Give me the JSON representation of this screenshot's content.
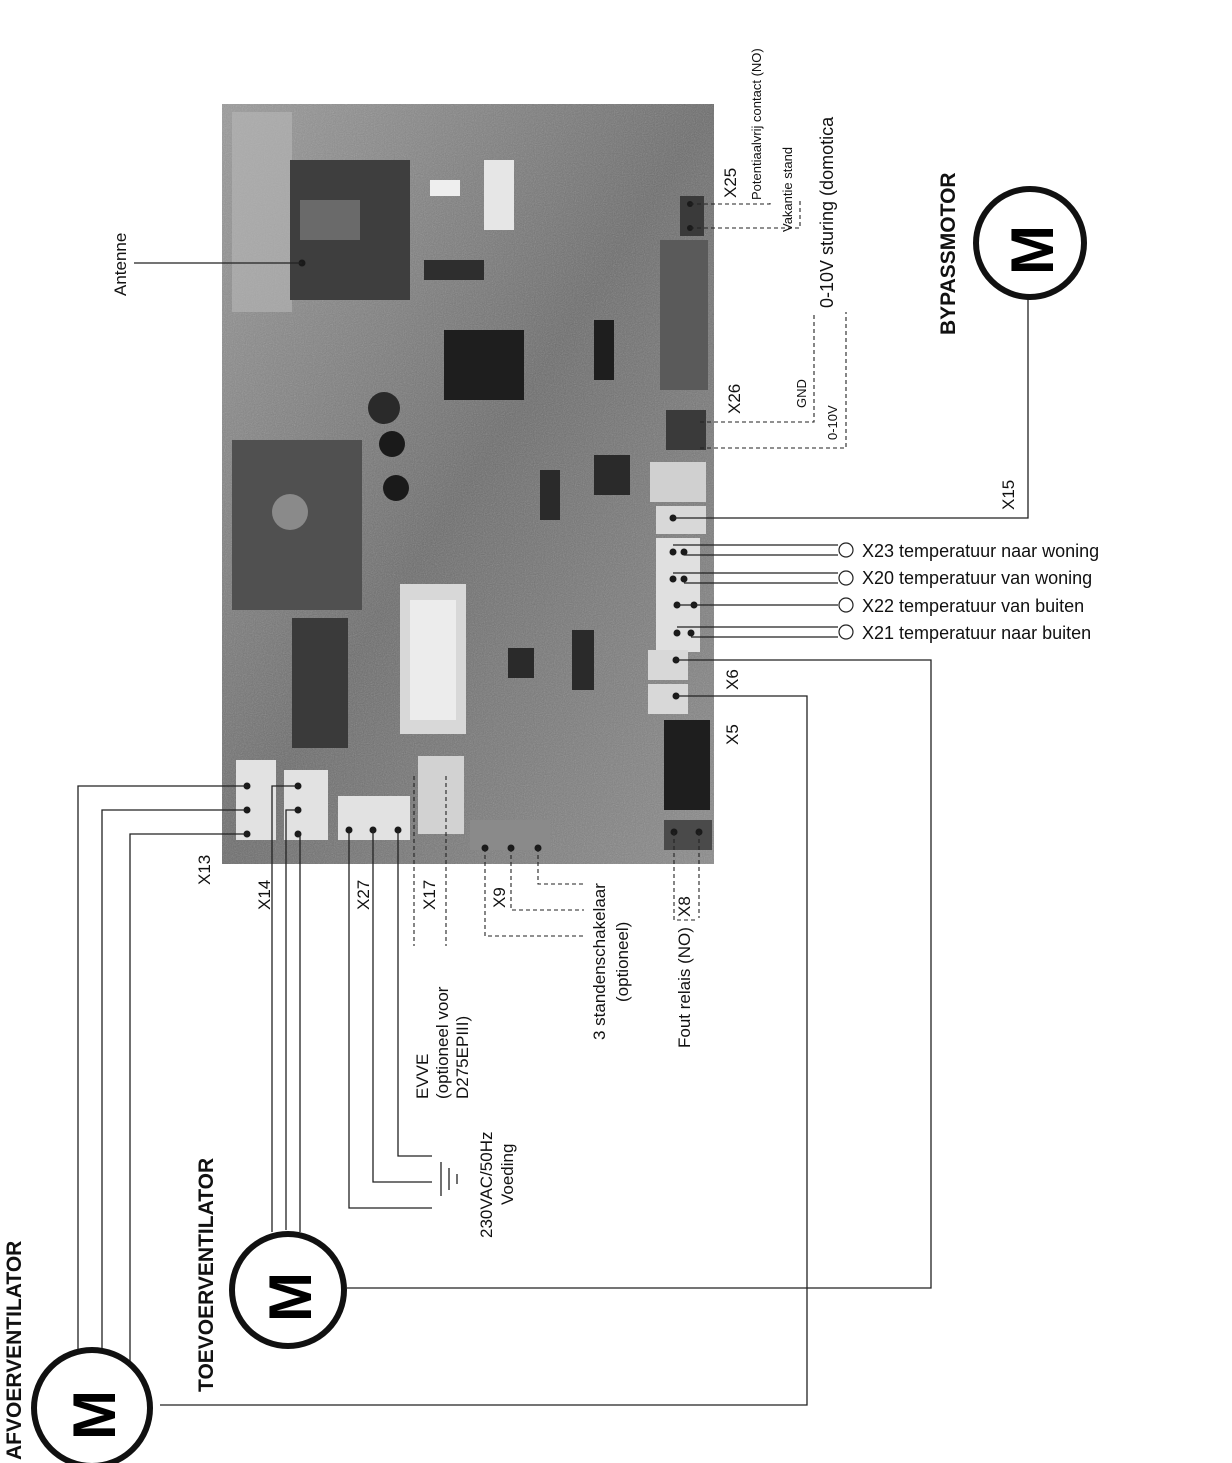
{
  "motors": {
    "afvoer": {
      "label": "AFVOERVENTILATOR",
      "symbol": "M"
    },
    "toevoer": {
      "label": "TOEVOERVENTILATOR",
      "symbol": "M"
    },
    "bypass": {
      "label": "BYPASSMOTOR",
      "symbol": "M"
    }
  },
  "connectors": {
    "x25": "X25",
    "x26": "X26",
    "x15": "X15",
    "x6": "X6",
    "x5": "X5",
    "x13": "X13",
    "x14": "X14",
    "x27": "X27",
    "x17": "X17",
    "x9": "X9",
    "x8": "X8"
  },
  "sensors": [
    {
      "code": "X23",
      "text": "temperatuur naar woning"
    },
    {
      "code": "X20",
      "text": "temperatuur van woning"
    },
    {
      "code": "X22",
      "text": "temperatuur van buiten"
    },
    {
      "code": "X21",
      "text": "temperatuur naar buiten"
    }
  ],
  "annotations": {
    "antenne": "Antenne",
    "potentiaalvrij": "Potentiaalvrij contact (NO)",
    "vakantie": "Vakantie stand",
    "sturing": "0-10V sturing (domotica",
    "gnd": "GND",
    "v010": "0-10V",
    "evve_1": "EVVE",
    "evve_2": "(optioneel voor",
    "evve_3": "D275EPIII)",
    "voeding_1": "230VAC/50Hz",
    "voeding_2": "Voeding",
    "standen_1": "3 standenschakelaar",
    "standen_2": "(optioneel)",
    "fout": "Fout relais (NO)"
  },
  "colors": {
    "line": "#222222",
    "board": "#7a7a7a",
    "board_dark": "#4a4a4a"
  }
}
